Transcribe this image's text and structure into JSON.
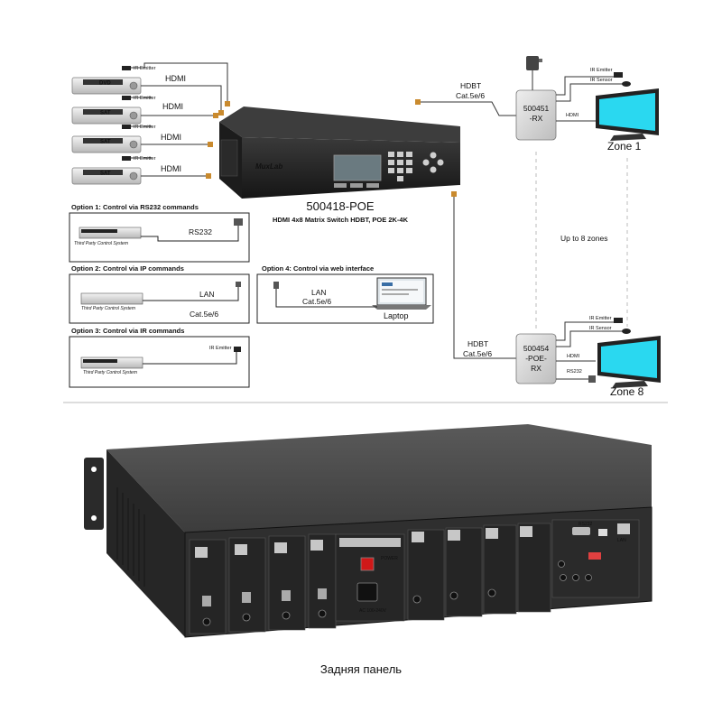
{
  "sources": [
    {
      "device": "DVD",
      "ir": "IR Emitter",
      "cable": "HDMI"
    },
    {
      "device": "SAT",
      "ir": "IR Emitter",
      "cable": "HDMI"
    },
    {
      "device": "SAT",
      "ir": "IR Emitter",
      "cable": "HDMI"
    },
    {
      "device": "SAT",
      "ir": "IR Emitter",
      "cable": "HDMI"
    }
  ],
  "switch": {
    "brand": "MuxLab",
    "model": "500418-POE",
    "description": "HDMI 4x8 Matrix Switch HDBT, POE 2K-4K"
  },
  "options": {
    "opt1": {
      "title": "Option 1: Control via RS232 commands",
      "cable": "RS232",
      "device": "Third Party Control System"
    },
    "opt2": {
      "title": "Option 2: Control via IP commands",
      "cable": "LAN",
      "cable2": "Cat.5e/6",
      "device": "Third Party Control System"
    },
    "opt3": {
      "title": "Option 3: Control via IR commands",
      "ir": "IR Emitter",
      "device": "Third Party Control System"
    },
    "opt4": {
      "title": "Option 4: Control via web interface",
      "cable": "LAN",
      "cable2": "Cat.5e/6",
      "device": "Laptop"
    }
  },
  "zone1": {
    "hdbt": "HDBT",
    "cat": "Cat.5e/6",
    "rx_line1": "500451",
    "rx_line2": "-RX",
    "ir_emitter": "IR Emitter",
    "ir_sensor": "IR Sensor",
    "hdmi": "HDMI",
    "label": "Zone 1"
  },
  "zones_note": "Up to 8 zones",
  "zone8": {
    "hdbt": "HDBT",
    "cat": "Cat.5e/6",
    "rx_line1": "500454",
    "rx_line2": "-POE-",
    "rx_line3": "RX",
    "ir_emitter": "IR Emitter",
    "ir_sensor": "IR Sensor",
    "hdmi": "HDMI",
    "rs232": "RS232",
    "label": "Zone 8"
  },
  "rear_panel": {
    "port_labels": [
      "RS232",
      "LAN",
      "POWER",
      "AC 100-240V"
    ],
    "caption": "Задняя панель"
  },
  "colors": {
    "screen": "#2ad8f0",
    "chassis": "#2b2b2b",
    "receiver": "#dcdcdc",
    "dvd_bar": "#3a3a3a"
  }
}
